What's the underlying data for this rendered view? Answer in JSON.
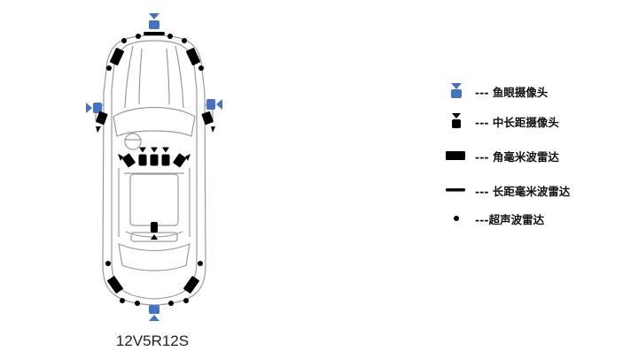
{
  "diagram": {
    "config_label": "12V5R12S",
    "colors": {
      "fisheye": "#4472c4",
      "sensor": "#000000",
      "outline": "#9a9a9a"
    }
  },
  "legend": [
    {
      "icon": "fisheye-camera-icon",
      "label": "--- 鱼眼摄像头"
    },
    {
      "icon": "mid-long-range-camera-icon",
      "label": "--- 中长距摄像头"
    },
    {
      "icon": "corner-mmwave-radar-icon",
      "label": "--- 角毫米波雷达"
    },
    {
      "icon": "long-range-mmwave-radar-icon",
      "label": "--- 长距毫米波雷达"
    },
    {
      "icon": "ultrasonic-radar-icon",
      "label": "---超声波雷达"
    }
  ]
}
